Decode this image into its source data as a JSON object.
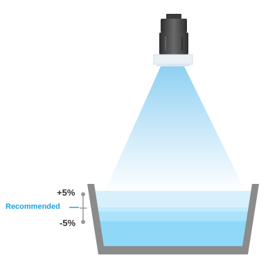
{
  "labels": {
    "plus": "+5%",
    "recommended": "Recommended",
    "minus": "-5%"
  },
  "colors": {
    "text_dark": "#333333",
    "recommended": "#1ba0e1",
    "tank_wall": "#8b8b8b",
    "bracket": "#999999",
    "beam_top": "#8fd0f2",
    "water_surface": "#d7f1fc",
    "water_band_mid": "#c2ebfb",
    "water_band_low": "#a9e2fa",
    "water_deep": "#8fd8f8",
    "sensor_body": "#4a4a4a",
    "sensor_lens": "#e9f1f5"
  },
  "icons": {
    "sensor": "ultrasonic-sensor-icon"
  }
}
